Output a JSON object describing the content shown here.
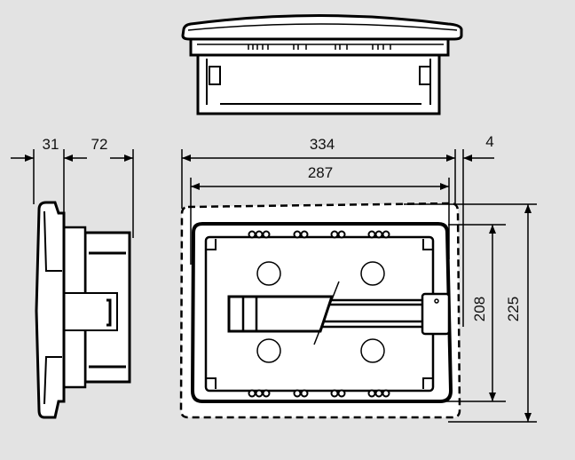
{
  "dimensions": {
    "side_depth_front": "31",
    "side_depth_back": "72",
    "overall_width": "334",
    "mounting_width": "287",
    "offset": "4",
    "mounting_height": "208",
    "overall_height": "225"
  },
  "colors": {
    "background": "#e3e3e3",
    "line": "#000000",
    "fill": "#ffffff"
  }
}
